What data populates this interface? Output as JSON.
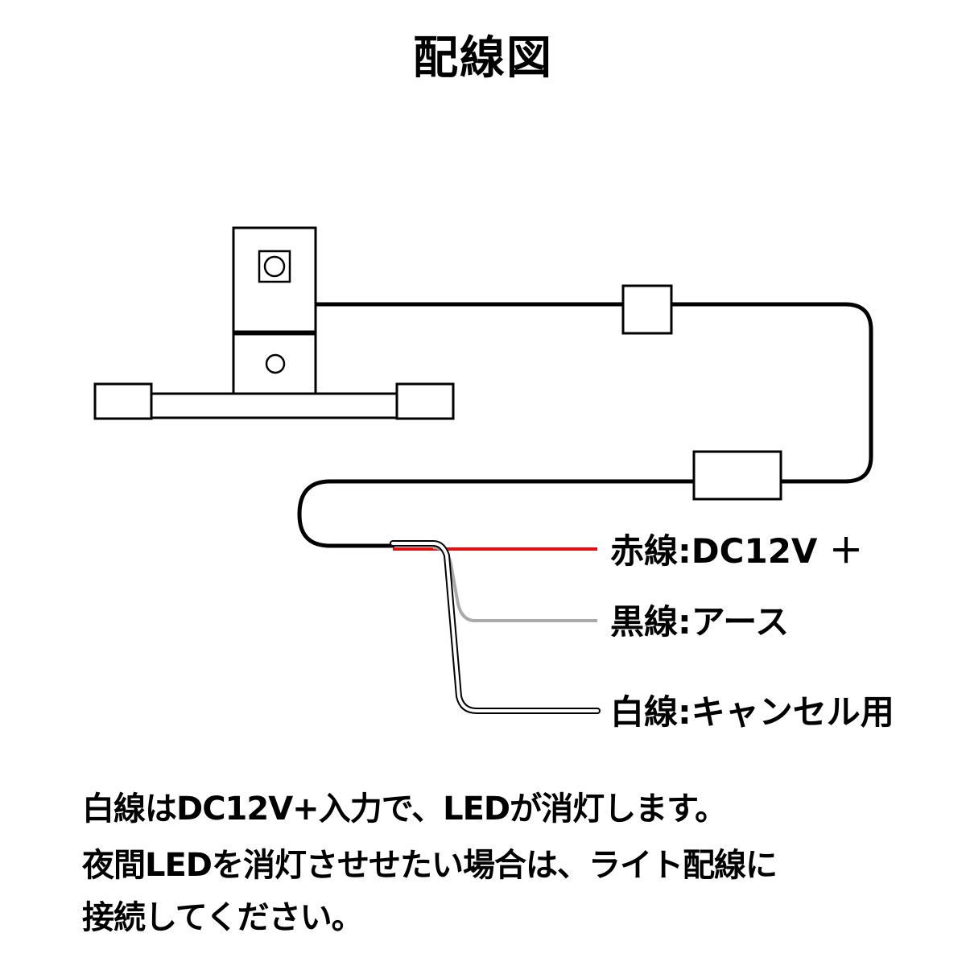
{
  "title": "配線図",
  "diagram": {
    "components": [
      {
        "id": "led-unit-top-block",
        "icon": "square-with-circle-icon"
      },
      {
        "id": "led-unit-lower-block",
        "icon": "circle-icon"
      },
      {
        "id": "mounting-bar",
        "icon": "bar-icon"
      },
      {
        "id": "connector-1",
        "icon": "connector-icon"
      },
      {
        "id": "connector-2",
        "icon": "module-box-icon"
      }
    ],
    "wire_colors": {
      "main_cable": "#000000",
      "red": "#e01010",
      "black_ground": "#aaaaaa",
      "white_cancel": "#ffffff"
    }
  },
  "wires": [
    {
      "label": "赤線:DC12V ＋",
      "color": "#e01010"
    },
    {
      "label": "黒線:アース",
      "color": "#aaaaaa"
    },
    {
      "label": "白線:キャンセル用",
      "color": "#ffffff"
    }
  ],
  "notes": [
    "白線はDC12V+入力で、LEDが消灯します。",
    "夜間LEDを消灯させせたい場合は、ライト配線に",
    "接続してください。"
  ]
}
